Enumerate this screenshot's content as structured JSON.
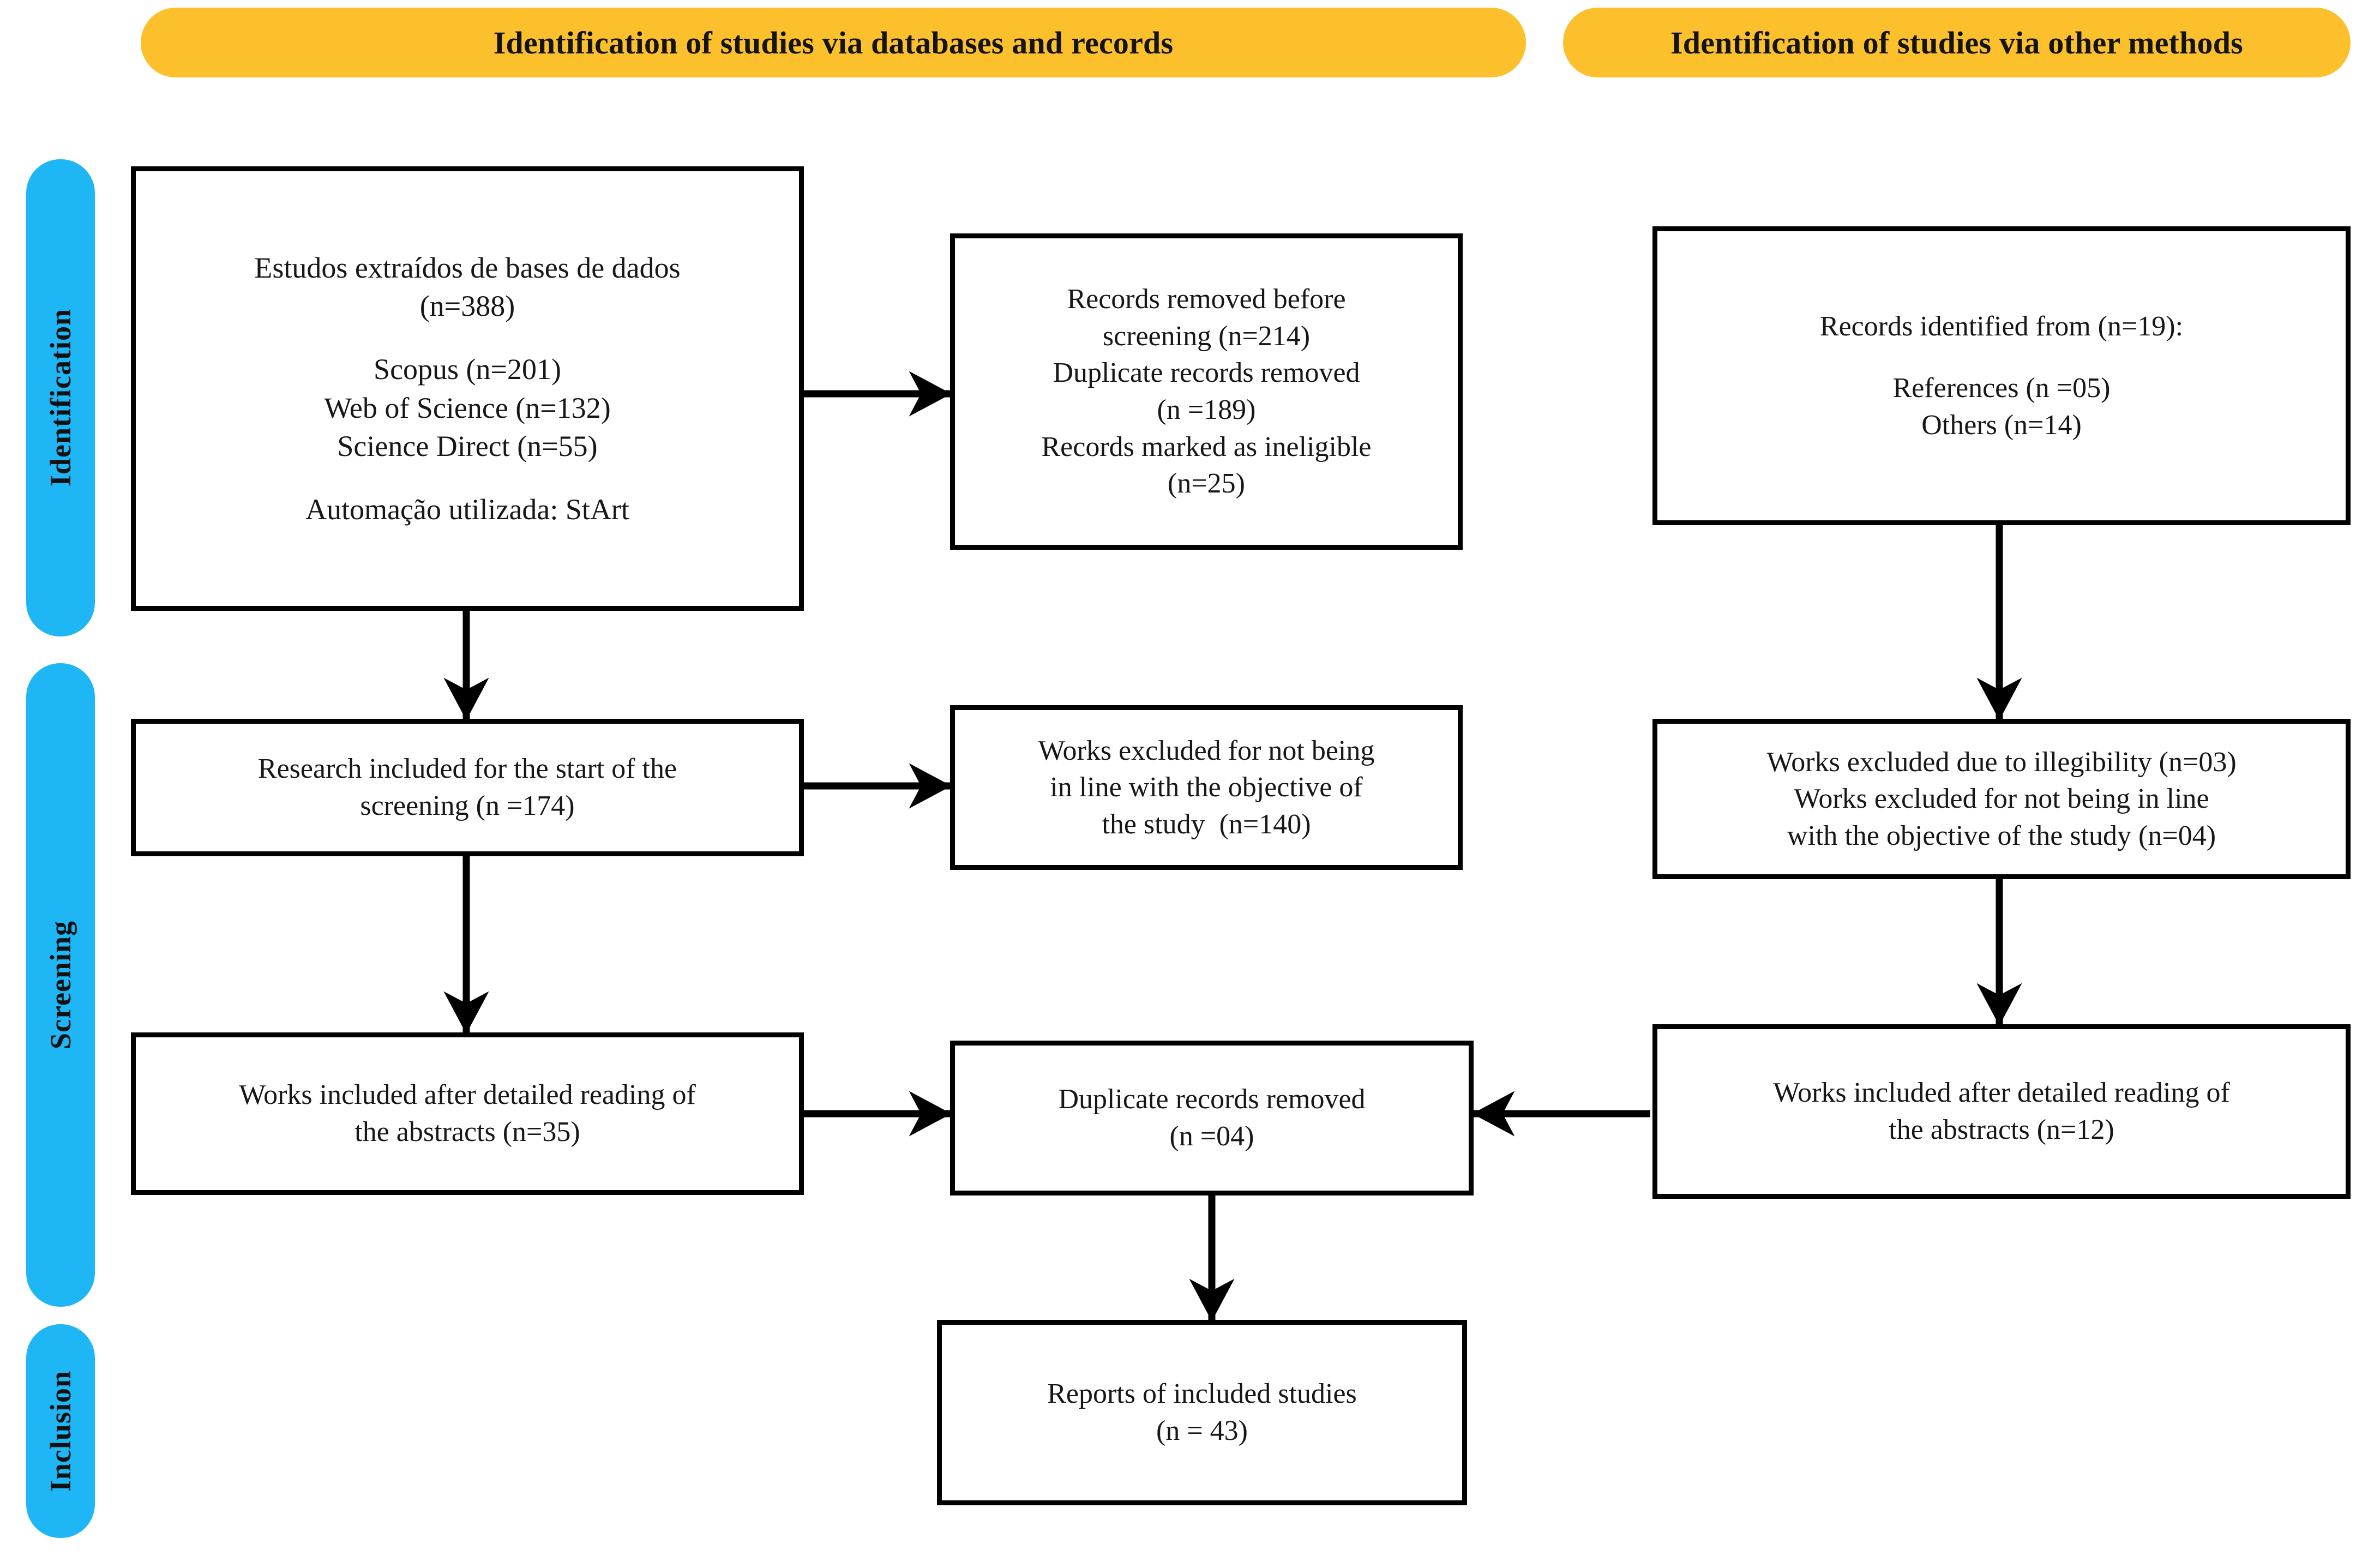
{
  "headers": [
    {
      "id": "databases",
      "label": "Identification of studies via databases and records"
    },
    {
      "id": "other-methods",
      "label": "Identification of studies via other methods"
    }
  ],
  "phases": [
    {
      "id": "identification",
      "label": "Identification"
    },
    {
      "id": "screening",
      "label": "Screening"
    },
    {
      "id": "inclusion",
      "label": "Inclusion"
    }
  ],
  "boxes": {
    "records_identified_databases": {
      "name": "records-identified-databases",
      "lines": [
        "Estudos extraídos de bases de dados",
        "(n=388)",
        "",
        "Scopus (n=201)",
        "Web of Science (n=132)",
        "Science Direct (n=55)",
        "",
        "Automação utilizada: StArt"
      ]
    },
    "records_removed_before_screening": {
      "name": "records-removed-before-screening",
      "lines": [
        "Records removed before",
        "screening (n=214)",
        "Duplicate records removed",
        "(n =189)",
        "Records marked as ineligible",
        "(n=25)"
      ]
    },
    "records_identified_other": {
      "name": "records-identified-other-methods",
      "lines": [
        "Records identified from (n=19):",
        "",
        "References (n =05)",
        "Others (n=14)"
      ]
    },
    "research_included_start_screening": {
      "name": "research-included-start-screening",
      "lines": [
        "Research included for the start of the",
        "screening (n =174)"
      ]
    },
    "works_excluded_objective": {
      "name": "works-excluded-not-in-line-objective",
      "lines": [
        "Works excluded for not being",
        "in line with the objective of",
        "the study  (n=140)"
      ]
    },
    "works_excluded_illegibility": {
      "name": "works-excluded-illegibility-and-objective",
      "lines": [
        "Works excluded due to illegibility (n=03)",
        "Works excluded for not being in line",
        "with the objective of the study (n=04)"
      ]
    },
    "works_included_abstracts_left": {
      "name": "works-included-after-abstracts-databases",
      "lines": [
        "Works included after detailed reading of",
        "the abstracts (n=35)"
      ]
    },
    "duplicate_records_removed": {
      "name": "duplicate-records-removed",
      "lines": [
        "Duplicate records removed",
        "(n =04)"
      ]
    },
    "works_included_abstracts_right": {
      "name": "works-included-after-abstracts-other",
      "lines": [
        "Works included after detailed reading of",
        "the abstracts (n=12)"
      ]
    },
    "reports_included_studies": {
      "name": "reports-of-included-studies",
      "lines": [
        "Reports of included studies",
        "(n = 43)"
      ]
    }
  },
  "chart_data": {
    "type": "diagram",
    "title": "PRISMA flow diagram",
    "nodes": [
      {
        "id": "records_identified_databases",
        "stage": "Identification",
        "column": "databases",
        "n": 388,
        "detail": {
          "Scopus": 201,
          "Web of Science": 132,
          "Science Direct": 55,
          "automation": "StArt"
        }
      },
      {
        "id": "records_removed_before_screening",
        "stage": "Identification",
        "column": "databases-excluded",
        "n": 214,
        "detail": {
          "duplicates_removed": 189,
          "marked_ineligible": 25
        }
      },
      {
        "id": "records_identified_other",
        "stage": "Identification",
        "column": "other-methods",
        "n": 19,
        "detail": {
          "References": 5,
          "Others": 14
        }
      },
      {
        "id": "research_included_start_screening",
        "stage": "Screening",
        "column": "databases",
        "n": 174
      },
      {
        "id": "works_excluded_objective",
        "stage": "Screening",
        "column": "databases-excluded",
        "n": 140
      },
      {
        "id": "works_excluded_illegibility",
        "stage": "Screening",
        "column": "other-methods",
        "n_illegibility": 3,
        "n_objective": 4
      },
      {
        "id": "works_included_abstracts_left",
        "stage": "Screening",
        "column": "databases",
        "n": 35
      },
      {
        "id": "duplicate_records_removed",
        "stage": "Screening",
        "column": "center",
        "n": 4
      },
      {
        "id": "works_included_abstracts_right",
        "stage": "Screening",
        "column": "other-methods",
        "n": 12
      },
      {
        "id": "reports_included_studies",
        "stage": "Inclusion",
        "column": "center",
        "n": 43
      }
    ],
    "edges": [
      {
        "from": "records_identified_databases",
        "to": "records_removed_before_screening",
        "dir": "right"
      },
      {
        "from": "records_identified_databases",
        "to": "research_included_start_screening",
        "dir": "down"
      },
      {
        "from": "research_included_start_screening",
        "to": "works_excluded_objective",
        "dir": "right"
      },
      {
        "from": "research_included_start_screening",
        "to": "works_included_abstracts_left",
        "dir": "down"
      },
      {
        "from": "works_included_abstracts_left",
        "to": "duplicate_records_removed",
        "dir": "right"
      },
      {
        "from": "records_identified_other",
        "to": "works_excluded_illegibility",
        "dir": "down"
      },
      {
        "from": "works_excluded_illegibility",
        "to": "works_included_abstracts_right",
        "dir": "down"
      },
      {
        "from": "works_included_abstracts_right",
        "to": "duplicate_records_removed",
        "dir": "left"
      },
      {
        "from": "duplicate_records_removed",
        "to": "reports_included_studies",
        "dir": "down"
      }
    ],
    "colors": {
      "banner": "#FCC02C",
      "phase_pill": "#1FB6F5",
      "box_border": "#000000",
      "background": "#FFFFFF"
    }
  }
}
